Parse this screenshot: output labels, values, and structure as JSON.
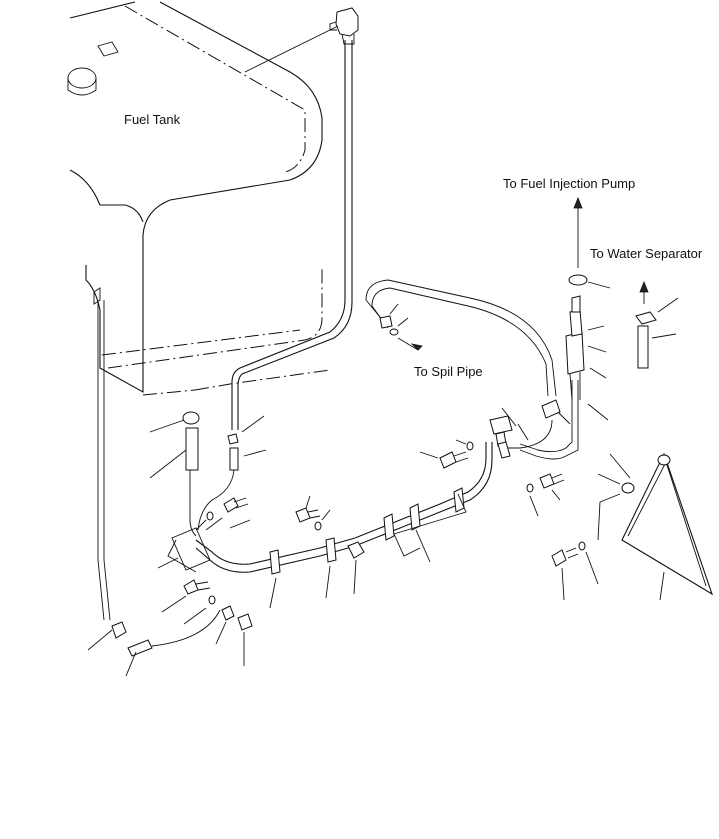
{
  "labels": {
    "fuel_tank": "Fuel Tank",
    "to_fuel_injection_pump": "To Fuel Injection Pump",
    "to_water_separator": "To Water Separator",
    "to_spill_pipe": "To Spil Pipe"
  }
}
